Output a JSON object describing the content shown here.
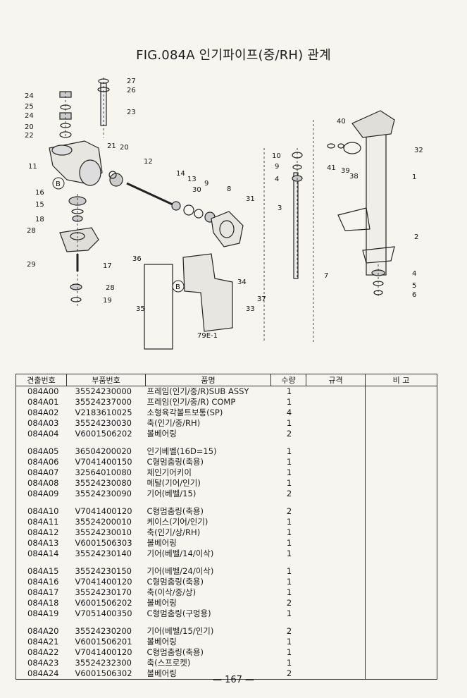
{
  "title": "FIG.084A 인기파이프(중/RH) 관계",
  "diagram": {
    "callouts": [
      "27",
      "26",
      "23",
      "24",
      "25",
      "24",
      "20",
      "22",
      "21",
      "20",
      "11",
      "12",
      "14",
      "13",
      "30",
      "9",
      "8",
      "31",
      "10",
      "9",
      "4",
      "3",
      "40",
      "41",
      "39",
      "38",
      "32",
      "1",
      "16",
      "15",
      "18",
      "28",
      "29",
      "17",
      "28",
      "19",
      "36",
      "35",
      "34",
      "37",
      "33",
      "79E-1",
      "7",
      "2",
      "4",
      "5",
      "6"
    ],
    "view_mark": "B"
  },
  "table": {
    "headers": [
      "견출번호",
      "부품번호",
      "품명",
      "수량",
      "규격",
      "비 고"
    ],
    "rows": [
      {
        "ref": "084A00",
        "part": "35524230000",
        "name": "프레임(인기/중/R)SUB ASSY",
        "qty": "1"
      },
      {
        "ref": "084A01",
        "part": "35524237000",
        "name": "프레임(인기/중/R) COMP",
        "qty": "1"
      },
      {
        "ref": "084A02",
        "part": "V2183610025",
        "name": "소형육각볼트보통(SP)",
        "qty": "4"
      },
      {
        "ref": "084A03",
        "part": "35524230030",
        "name": "축(인기/중/RH)",
        "qty": "1"
      },
      {
        "ref": "084A04",
        "part": "V6001506202",
        "name": "볼베어링",
        "qty": "2"
      },
      {
        "ref": "084A05",
        "part": "36504200020",
        "name": "인기베벨(16D=15)",
        "qty": "1"
      },
      {
        "ref": "084A06",
        "part": "V7041400150",
        "name": "C형멈춤링(축용)",
        "qty": "1"
      },
      {
        "ref": "084A07",
        "part": "32564010080",
        "name": "체인기어키이",
        "qty": "1"
      },
      {
        "ref": "084A08",
        "part": "35524230080",
        "name": "메탈(기어/인기)",
        "qty": "1"
      },
      {
        "ref": "084A09",
        "part": "35524230090",
        "name": "기어(베벨/15)",
        "qty": "2"
      },
      {
        "ref": "084A10",
        "part": "V7041400120",
        "name": "C형멈춤링(축용)",
        "qty": "2"
      },
      {
        "ref": "084A11",
        "part": "35524200010",
        "name": "케이스(기어/인기)",
        "qty": "1"
      },
      {
        "ref": "084A12",
        "part": "35524230010",
        "name": "축(인기/상/RH)",
        "qty": "1"
      },
      {
        "ref": "084A13",
        "part": "V6001506303",
        "name": "볼베어링",
        "qty": "1"
      },
      {
        "ref": "084A14",
        "part": "35524230140",
        "name": "기어(베벨/14/이삭)",
        "qty": "1"
      },
      {
        "ref": "084A15",
        "part": "35524230150",
        "name": "기어(베벨/24/이삭)",
        "qty": "1"
      },
      {
        "ref": "084A16",
        "part": "V7041400120",
        "name": "C형멈춤링(축용)",
        "qty": "1"
      },
      {
        "ref": "084A17",
        "part": "35524230170",
        "name": "축(이삭/중/상)",
        "qty": "1"
      },
      {
        "ref": "084A18",
        "part": "V6001506202",
        "name": "볼베어링",
        "qty": "2"
      },
      {
        "ref": "084A19",
        "part": "V7051400350",
        "name": "C형멈춤링(구멍용)",
        "qty": "1"
      },
      {
        "ref": "084A20",
        "part": "35524230200",
        "name": "기어(베벨/15/인기)",
        "qty": "2"
      },
      {
        "ref": "084A21",
        "part": "V6001506201",
        "name": "볼베어링",
        "qty": "1"
      },
      {
        "ref": "084A22",
        "part": "V7041400120",
        "name": "C형멈춤링(축용)",
        "qty": "1"
      },
      {
        "ref": "084A23",
        "part": "35524232300",
        "name": "축(스프로켓)",
        "qty": "1"
      },
      {
        "ref": "084A24",
        "part": "V6001506302",
        "name": "볼베어링",
        "qty": "2"
      }
    ]
  },
  "page_number": "— 167 —"
}
